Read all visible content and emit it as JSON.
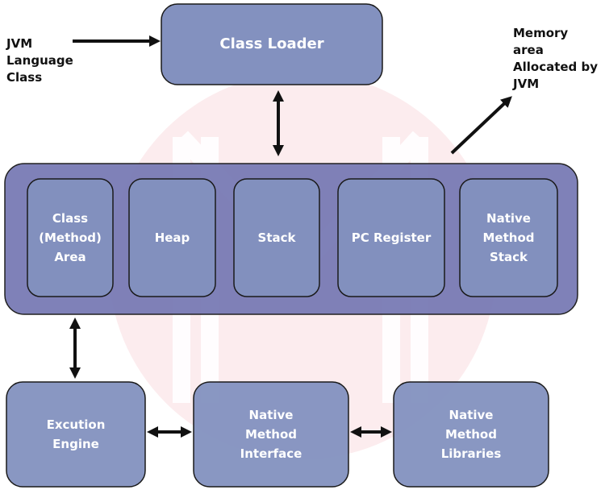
{
  "colors": {
    "box": "#8391bf",
    "container": "#7b7db6",
    "border": "#1a1a1a",
    "watermark": "#fcecee",
    "arrow": "#111111"
  },
  "notes": {
    "input": "JVM\nLanguage\nClass",
    "memory": "Memory\narea\nAllocated by\nJVM"
  },
  "class_loader": "Class Loader",
  "memory_areas": [
    "Class\n(Method)\nArea",
    "Heap",
    "Stack",
    "PC Register",
    "Native\nMethod\nStack"
  ],
  "bottom": [
    "Excution\nEngine",
    "Native\nMethod\nInterface",
    "Native\nMethod\nLibraries"
  ]
}
